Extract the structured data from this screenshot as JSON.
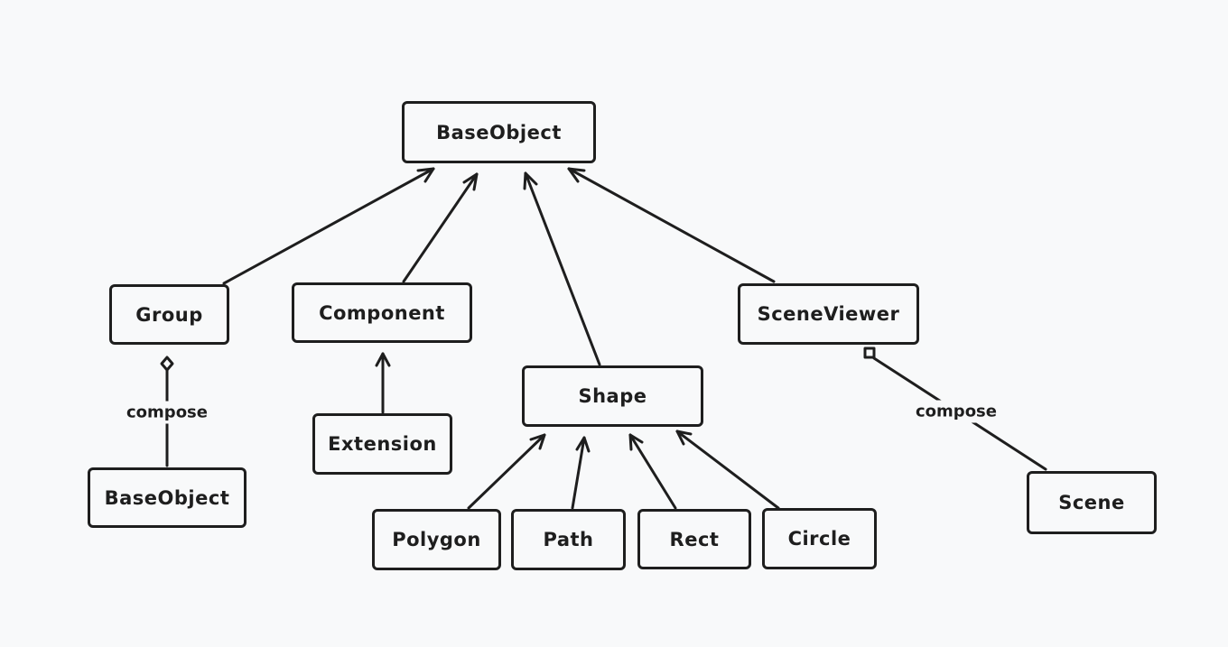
{
  "colors": {
    "background": "#f8f9fa",
    "stroke": "#1e1e1e"
  },
  "nodes": {
    "base_object_top": "BaseObject",
    "group": "Group",
    "component": "Component",
    "shape": "Shape",
    "scene_viewer": "SceneViewer",
    "base_object_child": "BaseObject",
    "extension": "Extension",
    "polygon": "Polygon",
    "path": "Path",
    "rect": "Rect",
    "circle": "Circle",
    "scene": "Scene"
  },
  "edge_labels": {
    "group_compose": "compose",
    "scene_compose": "compose"
  },
  "relations": [
    {
      "from": "group",
      "to": "base_object_top",
      "kind": "inheritance"
    },
    {
      "from": "component",
      "to": "base_object_top",
      "kind": "inheritance"
    },
    {
      "from": "shape",
      "to": "base_object_top",
      "kind": "inheritance"
    },
    {
      "from": "scene_viewer",
      "to": "base_object_top",
      "kind": "inheritance"
    },
    {
      "from": "extension",
      "to": "component",
      "kind": "inheritance"
    },
    {
      "from": "polygon",
      "to": "shape",
      "kind": "inheritance"
    },
    {
      "from": "path",
      "to": "shape",
      "kind": "inheritance"
    },
    {
      "from": "rect",
      "to": "shape",
      "kind": "inheritance"
    },
    {
      "from": "circle",
      "to": "shape",
      "kind": "inheritance"
    },
    {
      "from": "base_object_child",
      "to": "group",
      "kind": "composition",
      "label": "compose"
    },
    {
      "from": "scene",
      "to": "scene_viewer",
      "kind": "composition",
      "label": "compose"
    }
  ]
}
